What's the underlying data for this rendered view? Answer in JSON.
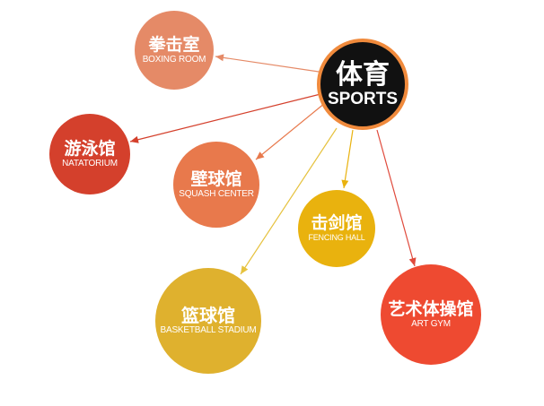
{
  "hub": {
    "zh": "体育",
    "en": "SPORTS",
    "color": "#111111",
    "ring": "#f08a3c"
  },
  "nodes": [
    {
      "zh": "拳击室",
      "en": "BOXING ROOM",
      "color": "#e58a67",
      "arrow": "#e58a67"
    },
    {
      "zh": "游泳馆",
      "en": "NATATORIUM",
      "color": "#d4402c",
      "arrow": "#d4402c"
    },
    {
      "zh": "壁球馆",
      "en": "SQUASH CENTER",
      "color": "#e8794c",
      "arrow": "#e8794c"
    },
    {
      "zh": "击剑馆",
      "en": "FENCING HALL",
      "color": "#e9b20e",
      "arrow": "#e9b20e"
    },
    {
      "zh": "篮球馆",
      "en": "BASKETBALL STADIUM",
      "color": "#dfb12e",
      "arrow": "#e6c23e"
    },
    {
      "zh": "艺术体操馆",
      "en": "ART GYM",
      "color": "#ee4a31",
      "arrow": "#e04a3c"
    }
  ]
}
